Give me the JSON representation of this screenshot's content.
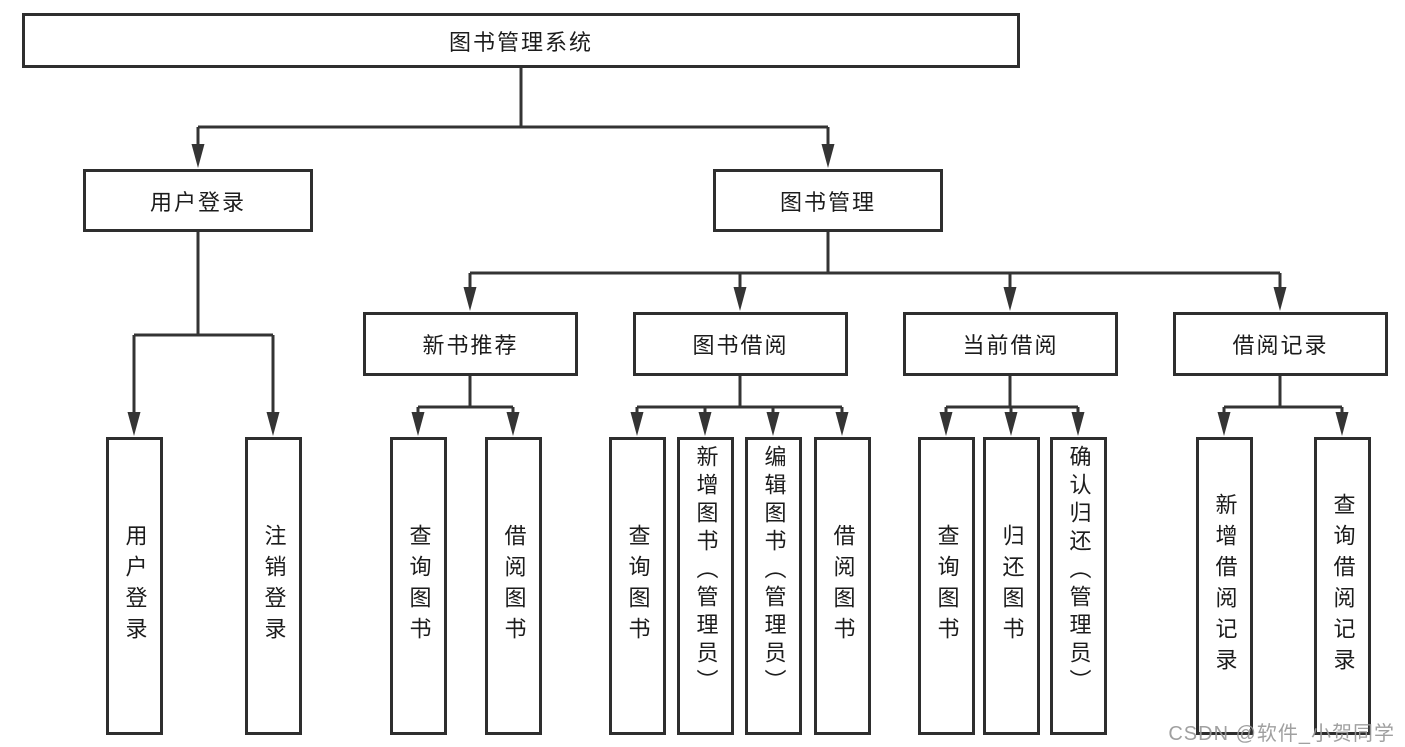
{
  "diagram_type": "hierarchy-tree",
  "colors": {
    "line": "#343434",
    "box_border": "#2e2e2e",
    "text": "#1c1c1c",
    "background": "#ffffff",
    "watermark": "#989898"
  },
  "tree": {
    "root": {
      "label": "图书管理系统"
    },
    "level2": [
      {
        "label": "用户登录",
        "children": [
          "用户登录",
          "注销登录"
        ]
      },
      {
        "label": "图书管理"
      }
    ],
    "level3": [
      {
        "label": "新书推荐",
        "children": [
          "查询图书",
          "借阅图书"
        ]
      },
      {
        "label": "图书借阅",
        "children": [
          "查询图书",
          "新增图书（管理员）",
          "编辑图书（管理员）",
          "借阅图书"
        ]
      },
      {
        "label": "当前借阅",
        "children": [
          "查询图书",
          "归还图书",
          "确认归还（管理员）"
        ]
      },
      {
        "label": "借阅记录",
        "children": [
          "新增借阅记录",
          "查询借阅记录"
        ]
      }
    ]
  },
  "watermark": {
    "text": "CSDN @软件_小贺同学"
  }
}
